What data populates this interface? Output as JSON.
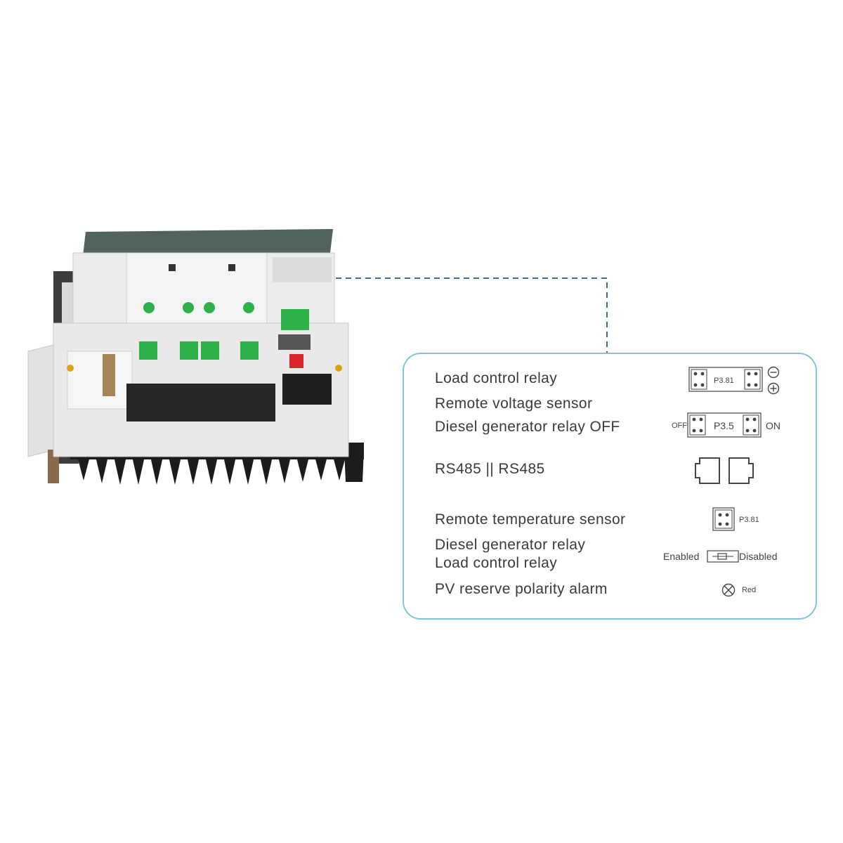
{
  "colors": {
    "accent_border": "#7fc6dd",
    "dashed_line": "#3a6f8f",
    "terminal_green": "#2db24a",
    "heatsink": "#1c1c1c",
    "device_body": "#e9e9e9",
    "display_panel": "#52625e",
    "switch_red": "#d8262c"
  },
  "icons": [
    "jumper-block-icon",
    "minus-circle-icon",
    "plus-circle-icon",
    "rj45-port-icon",
    "dip-switch-icon",
    "led-icon"
  ],
  "labels": {
    "load_control_relay": "Load control relay",
    "remote_voltage_sensor": "Remote voltage sensor",
    "diesel_generator_relay_off": "Diesel generator relay OFF",
    "rs485": "RS485 || RS485",
    "remote_temperature_sensor": "Remote temperature sensor",
    "diesel_generator_relay": "Diesel generator relay",
    "load_control_relay_2": "Load control relay",
    "pv_reserve_polarity_alarm": "PV reserve polarity alarm"
  },
  "connectors": {
    "jumper_load": "P3.81",
    "jumper_diesel": "P3.5",
    "jumper_diesel_off": "OFF",
    "jumper_diesel_on": "ON",
    "jumper_temp": "P3.81",
    "switch_enabled": "Enabled",
    "switch_disabled": "Disabled",
    "led_color": "Red"
  }
}
